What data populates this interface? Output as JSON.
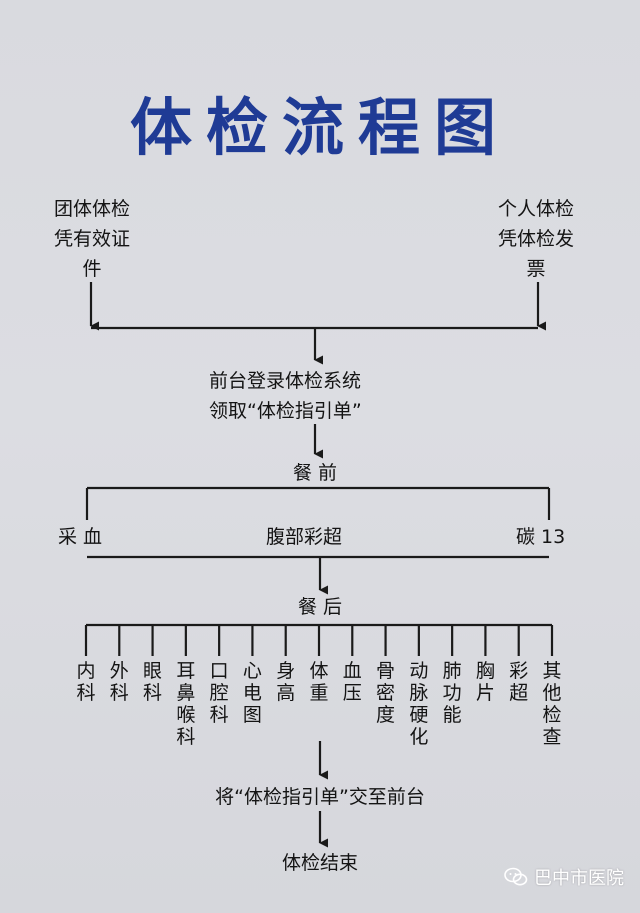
{
  "title": "体检流程图",
  "group_entry": {
    "lines": [
      "团体体检",
      "凭有效证",
      "件"
    ]
  },
  "individual_entry": {
    "lines": [
      "个人体检",
      "凭体检发",
      "票"
    ]
  },
  "reception": {
    "line1": "前台登录体检系统",
    "line2": "领取“体检指引单”"
  },
  "before_meal": {
    "label": "餐 前",
    "items": [
      "采 血",
      "腹部彩超",
      "碳 13"
    ]
  },
  "after_meal": {
    "label": "餐 后",
    "items": [
      "内科",
      "外科",
      "眼科",
      "耳鼻喉科",
      "口腔科",
      "心电图",
      "身高",
      "体重",
      "血压",
      "骨密度",
      "动脉硬化",
      "肺功能",
      "胸片",
      "彩超",
      "其他检查"
    ]
  },
  "handover": "将“体检指引单”交至前台",
  "end": "体检结束",
  "watermark": {
    "text": "巴中市医院",
    "icon": "wechat-icon"
  },
  "colors": {
    "title": "#1f3b95",
    "line": "#1a1a1a",
    "text": "#141414"
  }
}
